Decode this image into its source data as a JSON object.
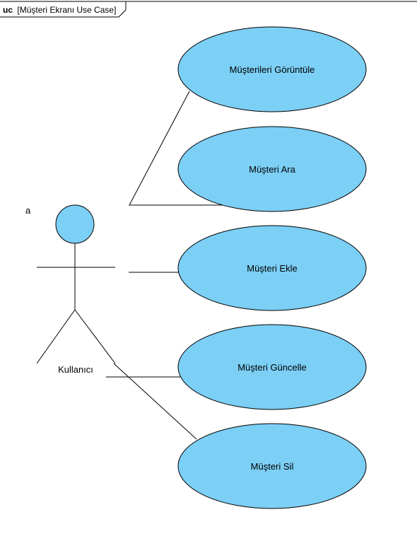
{
  "frame": {
    "keyword": "uc",
    "name": "[Müşteri Ekranı Use Case]"
  },
  "colors": {
    "use_case_fill": "#7ccff5",
    "actor_head_fill": "#7ccff5",
    "line": "#000000",
    "background": "#ffffff"
  },
  "actor_note": "a",
  "actor": {
    "name": "Kullanıcı"
  },
  "use_cases": [
    {
      "label": "Müşterileri Görüntüle"
    },
    {
      "label": "Müşteri Ara"
    },
    {
      "label": "Müşteri Ekle"
    },
    {
      "label": "Müşteri Güncelle"
    },
    {
      "label": "Müşteri Sil"
    }
  ]
}
